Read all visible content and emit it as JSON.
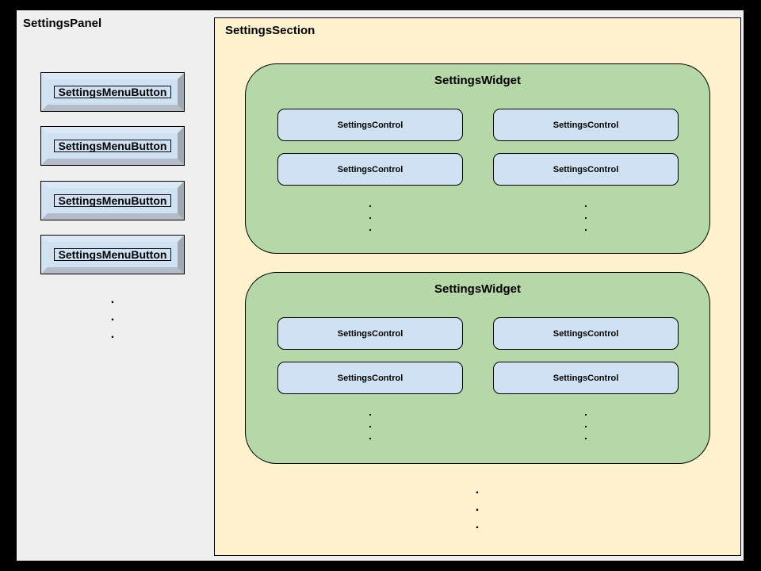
{
  "panel": {
    "title": "SettingsPanel",
    "menu_buttons": [
      {
        "label": "SettingsMenuButton"
      },
      {
        "label": "SettingsMenuButton"
      },
      {
        "label": "SettingsMenuButton"
      },
      {
        "label": "SettingsMenuButton"
      }
    ],
    "ellipsis": [
      ".",
      ".",
      "."
    ]
  },
  "section": {
    "title": "SettingsSection",
    "widgets": [
      {
        "title": "SettingsWidget",
        "controls": [
          {
            "label": "SettingsControl"
          },
          {
            "label": "SettingsControl"
          },
          {
            "label": "SettingsControl"
          },
          {
            "label": "SettingsControl"
          }
        ],
        "column_ellipsis": [
          [
            ".",
            ".",
            "."
          ],
          [
            ".",
            ".",
            "."
          ]
        ]
      },
      {
        "title": "SettingsWidget",
        "controls": [
          {
            "label": "SettingsControl"
          },
          {
            "label": "SettingsControl"
          },
          {
            "label": "SettingsControl"
          },
          {
            "label": "SettingsControl"
          }
        ],
        "column_ellipsis": [
          [
            ".",
            ".",
            "."
          ],
          [
            ".",
            ".",
            "."
          ]
        ]
      }
    ],
    "ellipsis": [
      ".",
      ".",
      "."
    ]
  },
  "colors": {
    "frame": "#000000",
    "panel_background": "#efefef",
    "section_background": "#fff2cc",
    "widget_background": "#b6d7a8",
    "control_background": "#cfe2f3",
    "button_face": "#cfe2f3",
    "bevel_light": "#dce8f5",
    "bevel_dark": "#9fa8b3",
    "outline": "#000000",
    "text": "#000000"
  }
}
